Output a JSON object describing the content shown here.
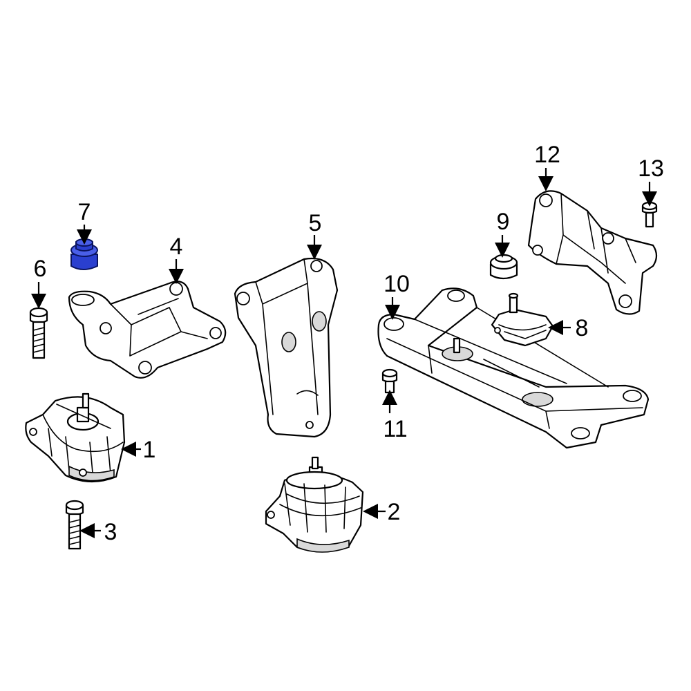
{
  "callouts": [
    {
      "id": "1",
      "label": "1"
    },
    {
      "id": "2",
      "label": "2"
    },
    {
      "id": "3",
      "label": "3"
    },
    {
      "id": "4",
      "label": "4"
    },
    {
      "id": "5",
      "label": "5"
    },
    {
      "id": "6",
      "label": "6"
    },
    {
      "id": "7",
      "label": "7"
    },
    {
      "id": "8",
      "label": "8"
    },
    {
      "id": "9",
      "label": "9"
    },
    {
      "id": "10",
      "label": "10"
    },
    {
      "id": "11",
      "label": "11"
    },
    {
      "id": "12",
      "label": "12"
    },
    {
      "id": "13",
      "label": "13"
    }
  ],
  "colors": {
    "highlight": "#2a3fcf",
    "line": "#000000",
    "background": "#ffffff"
  },
  "highlighted_part": "7"
}
